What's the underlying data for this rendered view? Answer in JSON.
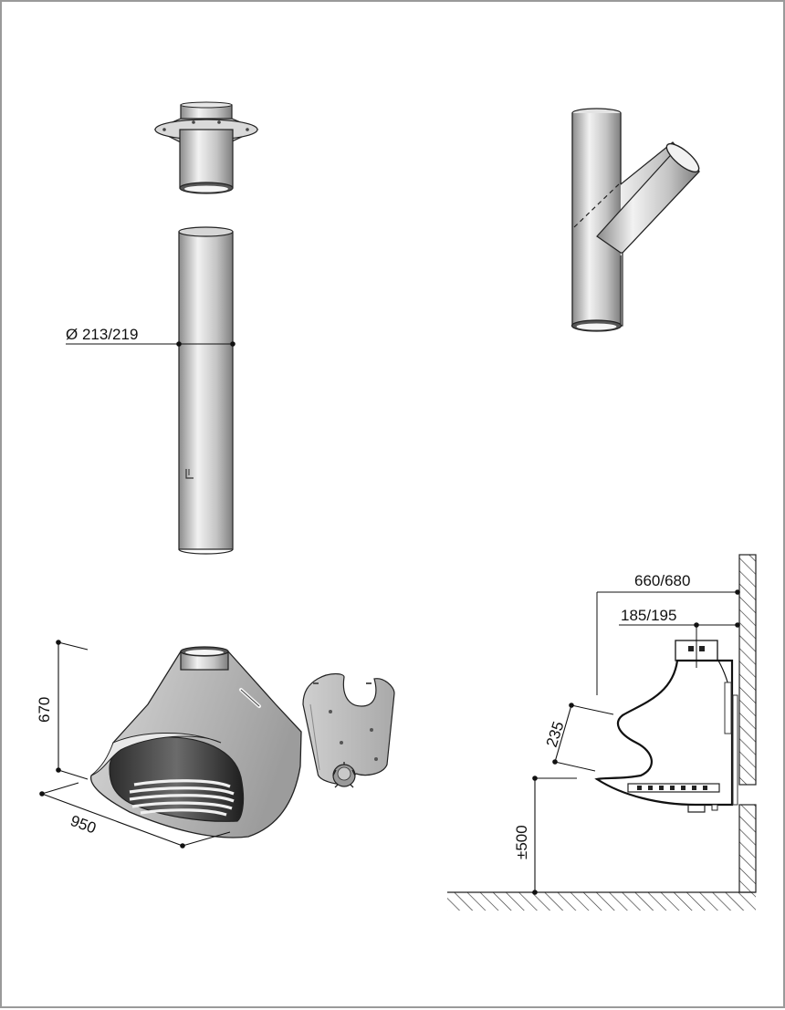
{
  "dimensions": {
    "flue_diameter": "Ø 213/219",
    "hood_height": "670",
    "hood_width": "950",
    "depth_outer": "660/680",
    "depth_inner": "185/195",
    "opening_height": "235",
    "floor_clearance": "±500"
  },
  "colors": {
    "outline": "#1a1a1a",
    "steel_light": "#ededed",
    "steel_mid": "#bdbdbd",
    "steel_dark": "#7c7c7c",
    "hatch": "#333333",
    "frame": "#9a9a9a"
  }
}
